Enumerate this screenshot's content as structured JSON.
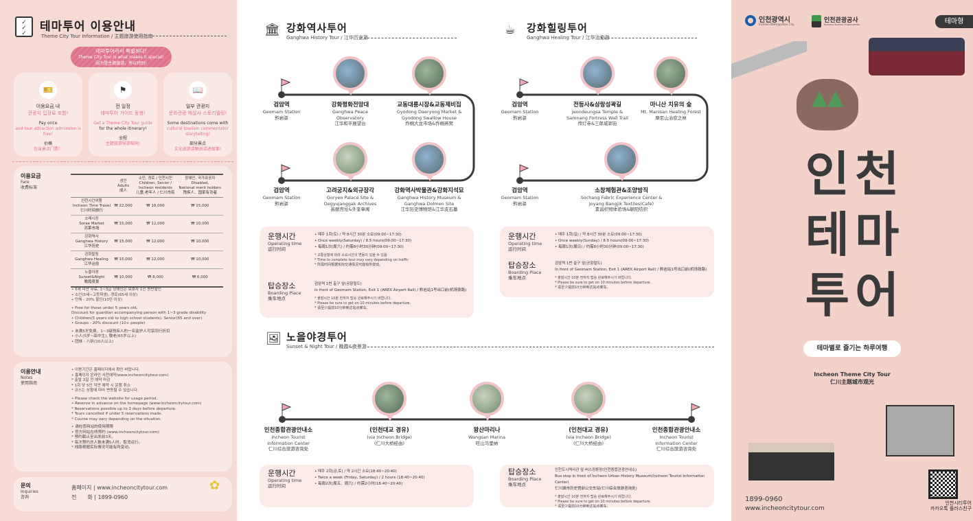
{
  "left": {
    "title": "테마투어 이용안내",
    "subtitle": "Theme City Tour Information / 主题旅游使用指南",
    "banner": {
      "ko": "테마투어라서 특별하다!",
      "en": "Theme City Tour is what makes it special!",
      "zh": "因为是主题旅游，所以特别!"
    },
    "features": [
      {
        "icon": "ticket",
        "ko1": "이용요금 내",
        "ko2": "관광지 입장료 포함!",
        "en1": "Pay once",
        "en2": "and tour attraction admission is free!",
        "zh1": "价格",
        "zh2": "包含景点门票！"
      },
      {
        "icon": "guide",
        "ko1": "전 일정",
        "ko2": "테마투어 가이드 동행!",
        "en1": "Get a Theme City Tour guide",
        "en2": "for the whole itinerary!",
        "zh1": "全程",
        "zh2": "主题旅游导游陪同!"
      },
      {
        "icon": "reader",
        "ko1": "일부 관광지",
        "ko2": "문화관광 해설사 스토리텔링!",
        "en1": "Some destinations come with",
        "en2": "cultural tourism commentator storytelling!",
        "zh1": "部分景点",
        "zh2": "文化旅游讲解员讲述故事!"
      }
    ],
    "fare": {
      "label": {
        "ko": "이용요금",
        "en": "Fare",
        "zh": "收费标准"
      },
      "headers": [
        "",
        "성인\nAdults\n成人",
        "소인, 경로 / 인천시민\nChildren, Senior /\nIncheon residents\n儿童,老年人 / 仁川市民",
        "장애인, 국가유공자\nDisabled,\nNational merit holders\n残疾人、国家有功者"
      ],
      "rows": [
        [
          "인천시간여행\nIncheon Time Travel\n仁川时间旅行",
          "₩ 22,000",
          "₩ 18,000",
          "₩ 15,000"
        ],
        [
          "소래시장\nSorae Market\n苏莱市场",
          "₩ 15,000",
          "₩ 12,000",
          "₩ 10,000"
        ],
        [
          "강화역사\nGanghwa History\n江华历史",
          "₩ 15,000",
          "₩ 12,000",
          "₩ 10,000"
        ],
        [
          "강화힐링\nGanghwa Healing\n江华治愈",
          "₩ 15,000",
          "₩ 12,000",
          "₩ 10,000"
        ],
        [
          "노을야경\nSunset&Night\n晚霞夜景",
          "₩ 10,000",
          "₩ 8,000",
          "₩ 6,000"
        ]
      ],
      "notes": [
        [
          "5세 미만 무료, 1~3급 장애인은 보호자 1인 동반할인",
          "소인(5세~고등학생), 경로(65세 이상)",
          "단체 - 20% 할인(10인 이상)"
        ],
        [
          "Free for those under 5 years old,\nDiscount for guardian accompanying person with 1~3 grade disability",
          "Children(5 years old to high school students), Senior(65 and over)",
          "Groups - 20% discount (10+ people)"
        ],
        [
          "未满5岁免费，1~3级残疾人的一名监护人可享同行折扣",
          "小人(5岁~高中生), 敬老(65岁以上)",
          "团体 - 八折(10人以上)"
        ]
      ]
    },
    "notes_section": {
      "label": {
        "ko": "이용안내",
        "en": "Notes",
        "zh": "使用指南"
      },
      "groups": [
        [
          "• 이용기간은 홈페이지에서 확인 바랍니다.",
          "• 홈페이지 온라인 사전예약(www.incheoncitytour.com)",
          "  * 출발 3일 전 예약 마감",
          "  * 1회 당 5인 미만 예약 시 운행 취소",
          "  * 코스는 상황에 따라 변동될 수 있습니다."
        ],
        [
          "• Please check the website for usage period.",
          "• Reserve in advance on the homepage (www.incheoncitytour.com)",
          "  * Reservations possible up to 3 days before departure.",
          "  * Tours cancelled if under 5 reservations made.",
          "  * Course may vary depending on the situation."
        ],
        [
          "• 请检查网站的使用期限",
          "• 官方网站在线预约 (www.incheoncitytour.com)",
          "  * 预约截止至出发前3天。",
          "  * 每次预约总人数未满5人时，取消运行。",
          "  * 线路根据实际情况可能有所变动。"
        ]
      ]
    },
    "inquiries": {
      "label": {
        "ko": "문의",
        "en": "Inquiries",
        "zh": "咨询"
      },
      "web": "홈페이지 | www.incheoncitytour.com",
      "phone": "전　　화 | 1899-0960"
    }
  },
  "history": {
    "title": "강화역사투어",
    "subtitle": "Ganghwa History Tour / 江华历史游",
    "top": [
      {
        "ko": "검암역",
        "en": "Geomam Station",
        "zh": "黔岩驿"
      },
      {
        "ko": "강화평화전망대",
        "en": "Ganghwa Peace\nObservatory",
        "zh": "江华和平展望台"
      },
      {
        "ko": "교동대룡시장&교동제비집",
        "en": "Gyodong Daeryong Market &\nGyodong Swallow House",
        "zh": "乔桐大龙市场&乔桐燕窝"
      }
    ],
    "bottom": [
      {
        "ko": "검암역",
        "en": "Geomam Station",
        "zh": "黔岩驿"
      },
      {
        "ko": "고려궁지&외규장각",
        "en": "Goryeo Palace Site &\nOegyujanggak Archives",
        "zh": "高丽宫址&外奎章阁"
      },
      {
        "ko": "강화역사박물관&강화지석묘",
        "en": "Ganghwa History Museum &\nGanghwa Dolmen Site",
        "zh": "江华历史博物馆&江华支石墓"
      }
    ],
    "op": {
      "ko": "운행시간",
      "en": "Operating time",
      "zh": "运行时间",
      "lines": [
        "• 매주 1회(토) / 약 8시간 30분 소요(09:00~17:30)",
        "• Once weekly(Saturday) / 8.5 hours(09:00~17:30)",
        "• 每周1次(周六) / 约需8小时30分钟(09:00~17:30)"
      ],
      "notes": [
        "* 교통상황에 따라 소요시간의 변동이 있을 수 있음",
        "* Time to complete tour may vary depending on traffic",
        "* 所需时间根据实际交通情况可能有所变动。"
      ]
    },
    "board": {
      "ko": "탑승장소",
      "en": "Boarding Place",
      "zh": "乘车地点",
      "lines": [
        "검암역 1번 출구 앞(공항철도)",
        "In front of Geomam Station, Exit 1 (AREX Airport Rail) / 黔岩站1号出口前(机场铁路)"
      ],
      "notes": [
        "* 출발시간 10분 전까지 탑승 완료해주시기 바랍니다.",
        "* Please be sure to get on 10 minutes before departure.",
        "* 请至少提前10分钟到达站点乘车。"
      ]
    }
  },
  "healing": {
    "title": "강화힐링투어",
    "subtitle": "Ganghwa Healing Tour / 江华治愈游",
    "top": [
      {
        "ko": "검암역",
        "en": "Geomam Station",
        "zh": "黔岩驿"
      },
      {
        "ko": "전등사&삼랑성곽길",
        "en": "Jeondeungsa Temple &\nSamnang Fortress Wall Trail",
        "zh": "传灯寺&三郎城郭街"
      },
      {
        "ko": "마니산 치유의 숲",
        "en": "Mt. Manisan Healing Forest",
        "zh": "摩尼山治愈之林"
      }
    ],
    "bottom": [
      {
        "ko": "검암역",
        "en": "Geomam Station",
        "zh": "黔岩驿"
      },
      {
        "ko": "소창체험관&조양방직",
        "en": "Sochang Fabric Experience Center &\nJoyang Bangjik Textiles(Cafe)",
        "zh": "素昌织物体验场&朝阳纺织"
      }
    ],
    "op": {
      "ko": "운행시간",
      "en": "Operating time",
      "zh": "运行时间",
      "lines": [
        "• 매주 1회(일) / 약 8시간 30분 소요(09:00~17:30)",
        "• Once weekly(Sunday) / 8.5 hours(09:00~17:30)",
        "• 每周1次(周日) / 约需8小时30分钟(09:00~17:30)"
      ]
    },
    "board": {
      "ko": "탑승장소",
      "en": "Boarding Place",
      "zh": "乘车地点",
      "lines": [
        "검암역 1번 출구 앞(공항철도)",
        "In front of Geomam Station, Exit 1 (AREX Airport Rail) / 黔岩站1号出口前(机场铁路)"
      ],
      "notes": [
        "* 출발시간 10분 전까지 탑승 완료해주시기 바랍니다.",
        "* Please be sure to get on 10 minutes before departure.",
        "* 请至少提前10分钟到达站点乘车。"
      ]
    }
  },
  "sunset": {
    "title": "노을야경투어",
    "subtitle": "Sunset & Night Tour / 晚霞&夜景游",
    "stops": [
      {
        "ko": "인천종합관광안내소",
        "en": "Incheon Tourist\nInformation Center",
        "zh": "仁川综合旅游咨询处"
      },
      {
        "ko": "(인천대교 경유)",
        "en": "(via Incheon Bridge)",
        "zh": "(仁川大桥经由)"
      },
      {
        "ko": "왕산마리나",
        "en": "Wangsan Marina",
        "zh": "旺山马里纳"
      },
      {
        "ko": "(인천대교 경유)",
        "en": "(via Incheon Bridge)",
        "zh": "(仁川大桥经由)"
      },
      {
        "ko": "인천종합관광안내소",
        "en": "Incheon Tourist\nInformation Center",
        "zh": "仁川综合旅游咨询处"
      }
    ],
    "op": {
      "ko": "운행시간",
      "en": "Operating time",
      "zh": "运行时间",
      "lines": [
        "• 매주 2회(금,토) / 약 2시간 소요(18:40~20:40)",
        "• Twice a week (Friday, Saturday) / 2 hours (18:40~20:40)",
        "• 每周2次(周五、周六) / 约需2小时(18:40~20:40)"
      ]
    },
    "board": {
      "ko": "탑승장소",
      "en": "Boarding Place",
      "zh": "乘车地点",
      "lines": [
        "인천도시역사관 앞 버스정류장(인천종합관광안내소)",
        "Bus stop in front of Incheon Urban History Museum(Incheon Tourist Information Center)",
        "仁川城市历史馆前公交车站(仁川综合旅游咨询处)"
      ],
      "notes": [
        "* 출발시간 10분 전까지 탑승 완료해주시기 바랍니다.",
        "* Please be sure to get on 10 minutes before departure.",
        "* 请至少提前10分钟到达站点乘车。"
      ]
    }
  },
  "cover": {
    "logo1": {
      "ko": "인천광역시",
      "en": "Incheon Metropolitan City"
    },
    "logo2": {
      "ko": "인천관광공사",
      "en": "Incheon Tourism Organization"
    },
    "badge": "테마형",
    "big": [
      "인천",
      "테마",
      "투어"
    ],
    "tagline": "테마별로 즐기는 하루여행",
    "en": "Incheon Theme City Tour",
    "zh": "仁川主题城市观光",
    "phone": "1899-0960",
    "web": "www.incheoncitytour.com",
    "qr1": "인천시티투어",
    "qr2": "카카오톡 플러스친구"
  },
  "colors": {
    "pink": "#e0708a",
    "bg_left": "#f6dad4",
    "bg_right": "#f3d2ca",
    "line": "#3a3a3a"
  }
}
